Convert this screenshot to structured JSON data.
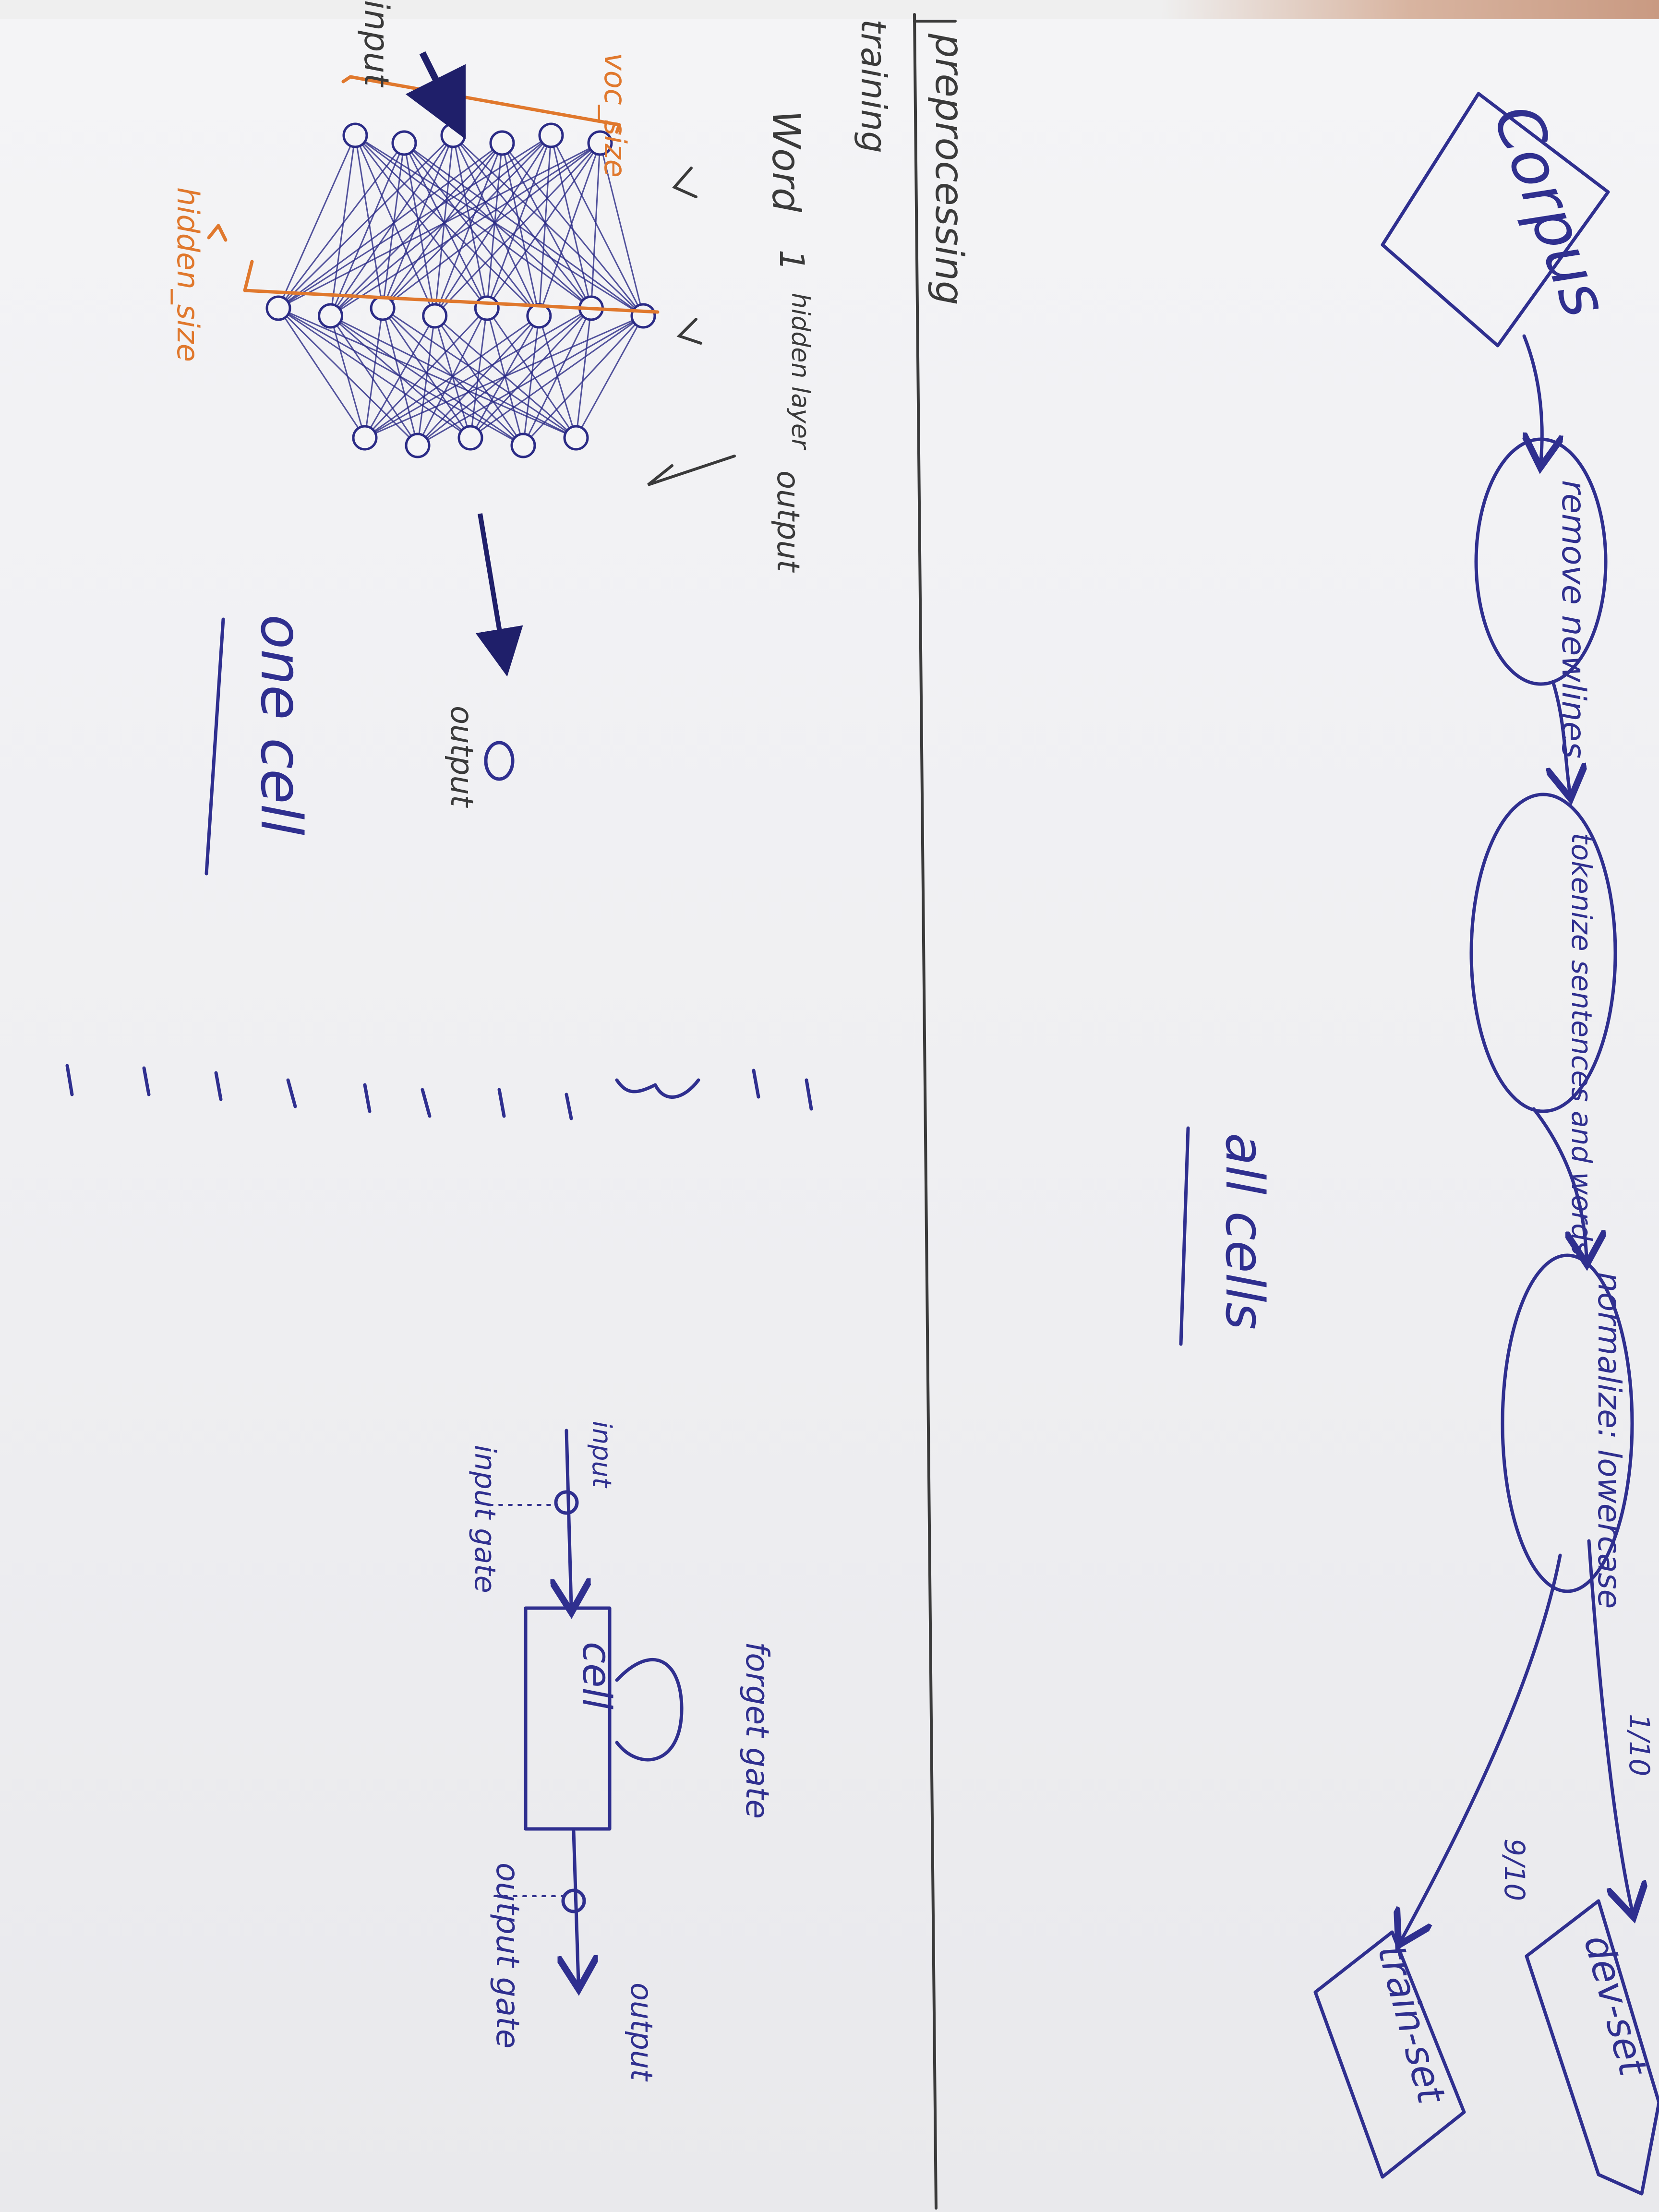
{
  "preprocessing": {
    "section_label": "preprocessing",
    "nodes": {
      "corpus": "Corpus",
      "remove_newlines": "remove newlines",
      "tokenize": "tokenize sentences and words",
      "normalize": "normalize: lowercase",
      "train_set": "train-set",
      "dev_set": "dev-set"
    },
    "split_fraction_train": "9/10",
    "split_fraction_dev": "1/10"
  },
  "training": {
    "section_label": "training",
    "layers": {
      "word": "Word",
      "one": "1",
      "hidden": "hidden layer",
      "output": "output"
    },
    "input_label": "input",
    "voc_size": "voc_size",
    "hidden_size": "hidden_size",
    "output_node_label": "output",
    "one_cell": "one cell",
    "all_cells": "all cells",
    "neuron_counts": [
      6,
      8,
      5
    ]
  },
  "lstm_cell": {
    "cell": "cell",
    "input": "input",
    "input_gate": "input gate",
    "forget_gate": "forget gate",
    "output_gate": "output gate",
    "output": "output"
  },
  "colors": {
    "ink": "#2f2f8f",
    "pen": "#3a3a3a",
    "annotation": "#e0782d"
  }
}
